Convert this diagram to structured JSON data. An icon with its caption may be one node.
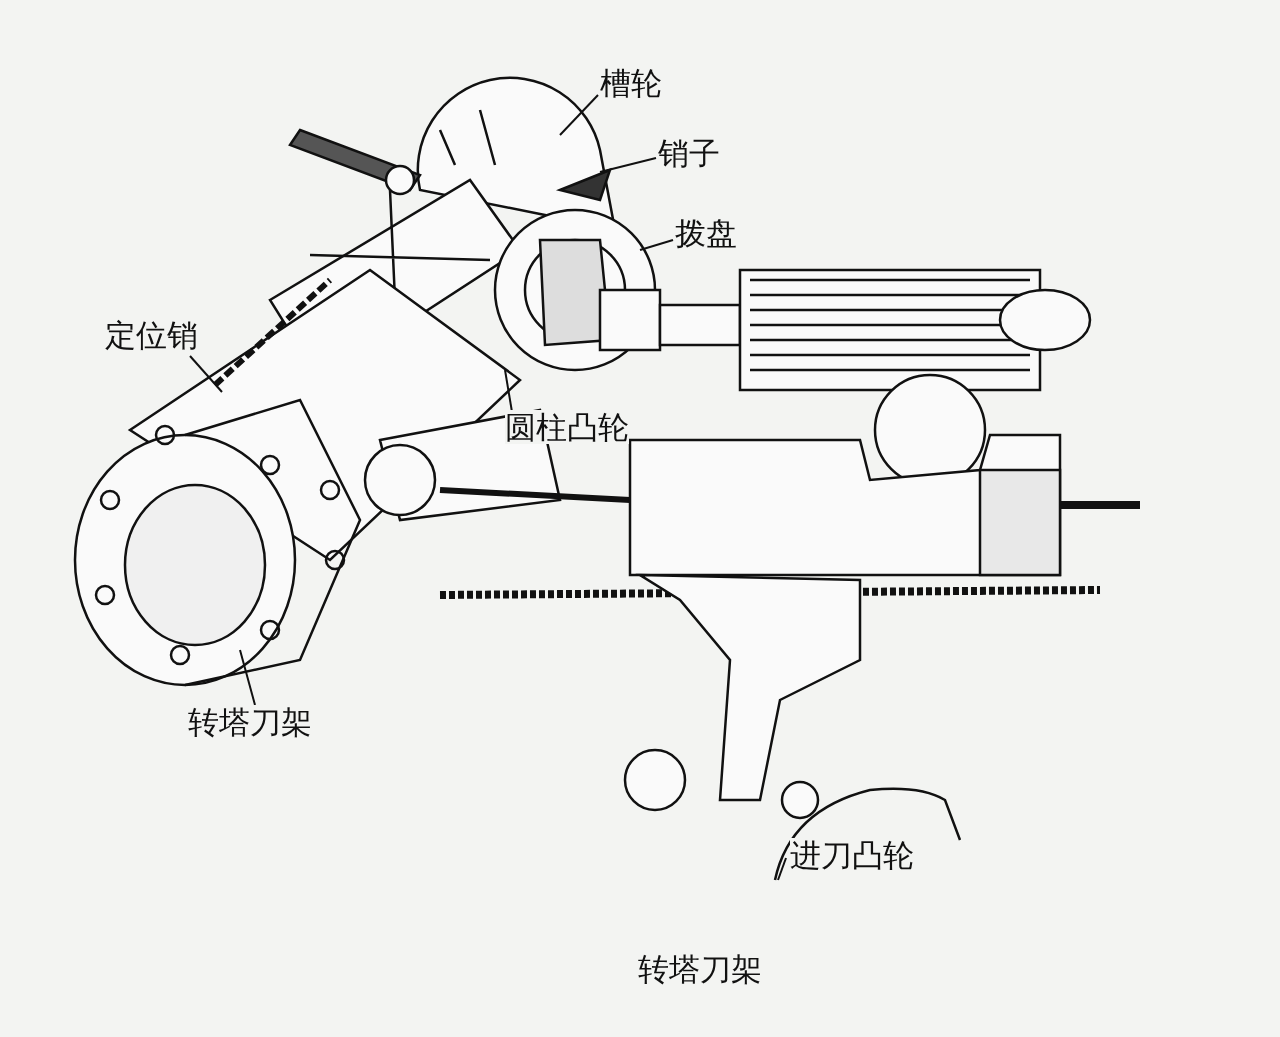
{
  "diagram": {
    "caption": "转塔刀架",
    "nodes": [
      {
        "text": [
          "槽轮"
        ]
      },
      {
        "text": [
          "销子"
        ]
      },
      {
        "text": [
          "拨盘"
        ]
      },
      {
        "text": [
          "定位销"
        ]
      },
      {
        "text": [
          "圆柱凸轮"
        ]
      },
      {
        "text": [
          "转塔刀架"
        ]
      },
      {
        "text": [
          "进刀凸轮"
        ]
      }
    ],
    "edges": [
      {
        "from": 0,
        "to": null,
        "arrow": "none"
      },
      {
        "from": 1,
        "to": null,
        "arrow": "none"
      },
      {
        "from": 2,
        "to": null,
        "arrow": "none"
      },
      {
        "from": 3,
        "to": null,
        "arrow": "none"
      },
      {
        "from": 4,
        "to": null,
        "arrow": "none"
      },
      {
        "from": 5,
        "to": null,
        "arrow": "none"
      },
      {
        "from": 6,
        "to": null,
        "arrow": "none"
      }
    ]
  }
}
